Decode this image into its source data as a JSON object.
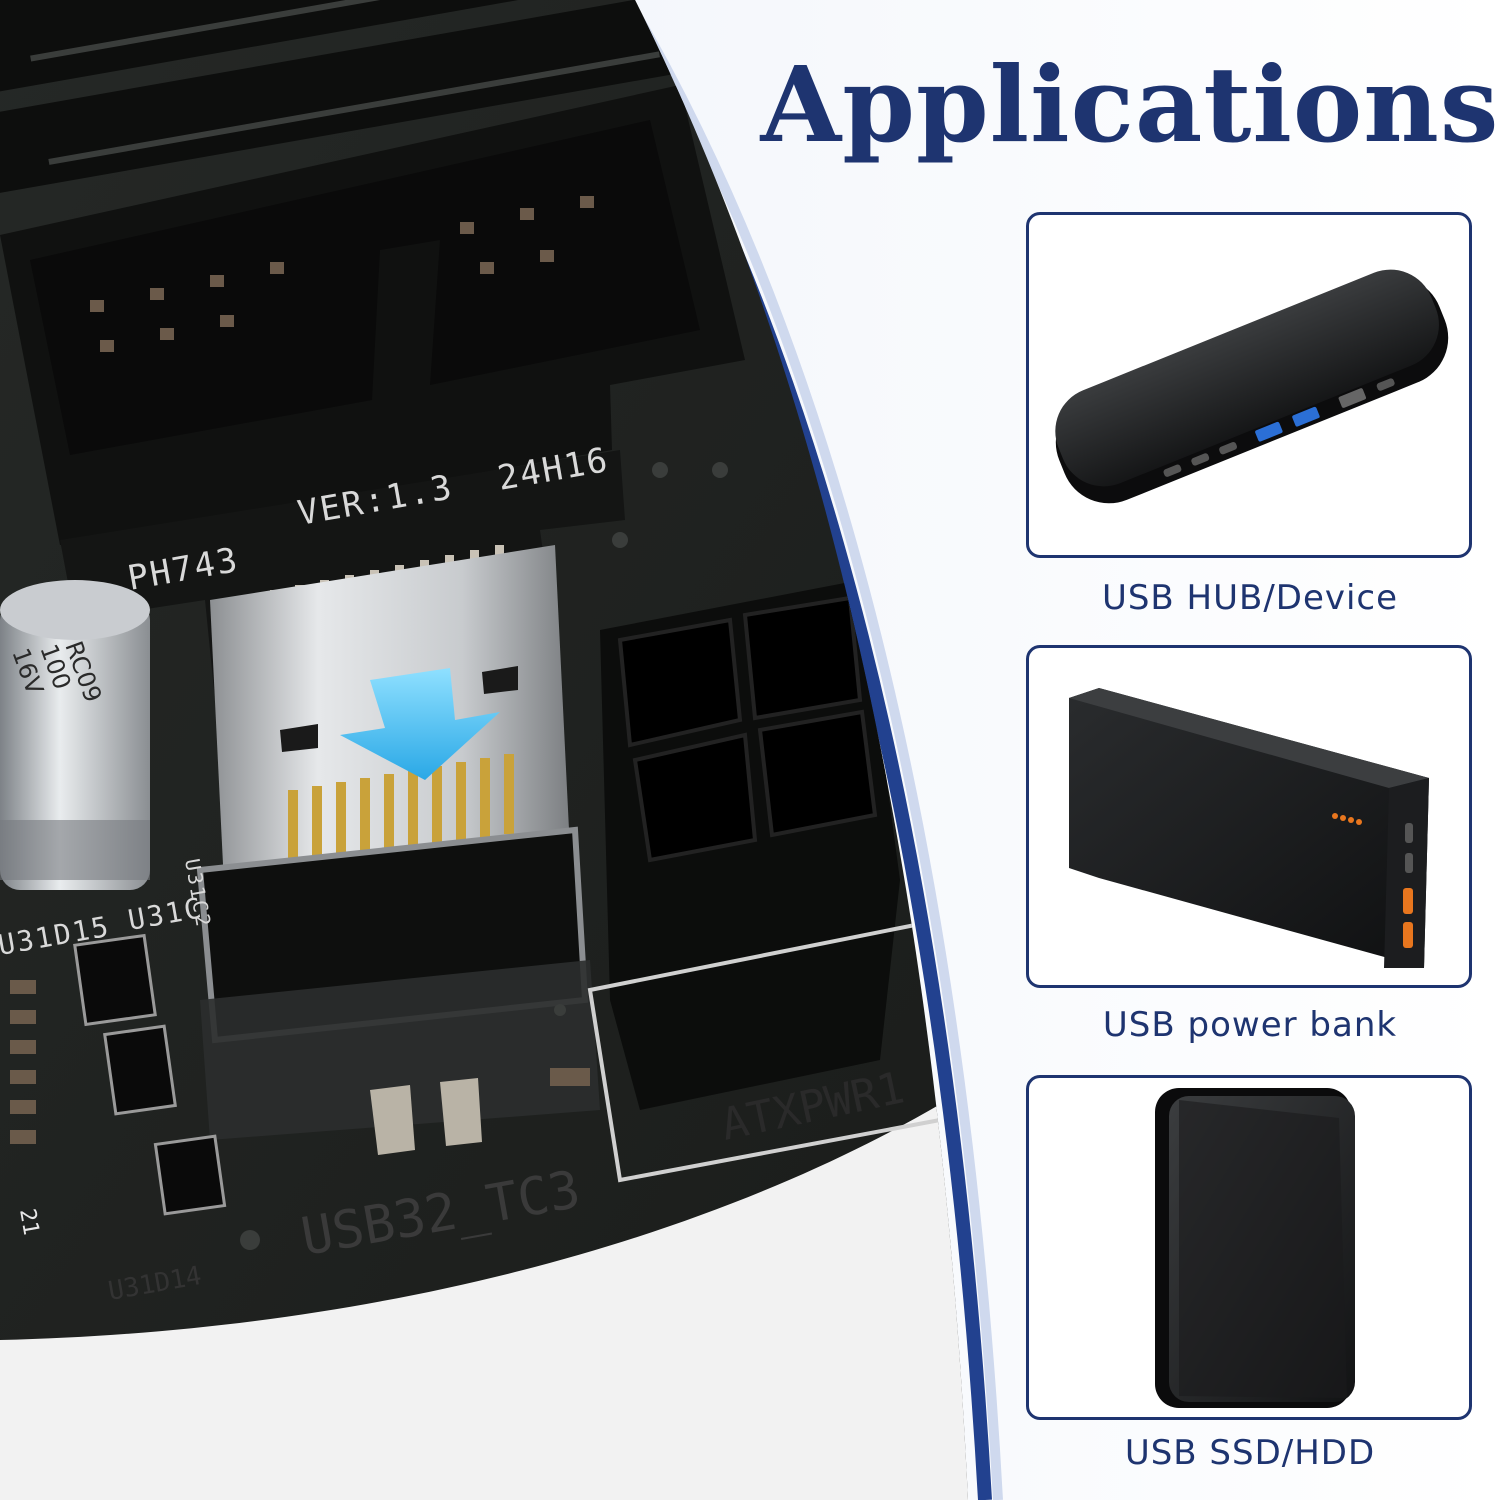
{
  "title": "Applications",
  "board_labels": {
    "adapter_model": "PH743",
    "adapter_version": "VER:1.3",
    "adapter_date": "24H16",
    "header_label": "USB32_TC3",
    "power_label": "ATXPWR1",
    "part_left": "U31D15",
    "part_mid": "U31C",
    "part_bottom": "U31D14",
    "part_side": "U31C2",
    "part_small": "21",
    "capacitor_line1": "RC09",
    "capacitor_line2": "100",
    "capacitor_line3": "16V"
  },
  "applications": [
    {
      "label": "USB HUB/Device",
      "icon": "usb-hub-icon"
    },
    {
      "label": "USB power bank",
      "icon": "power-bank-icon"
    },
    {
      "label": "USB SSD/HDD",
      "icon": "portable-drive-icon"
    }
  ],
  "colors": {
    "title": "#1e3470",
    "card_border": "#1e3470",
    "pcb": "#1c1f1c",
    "panel_tint": "#e9eef8",
    "arrow": "#4fc3f7",
    "gold_pins": "#c9a23a",
    "port_blue": "#2b6fd6",
    "charge_orange": "#e8761e"
  }
}
